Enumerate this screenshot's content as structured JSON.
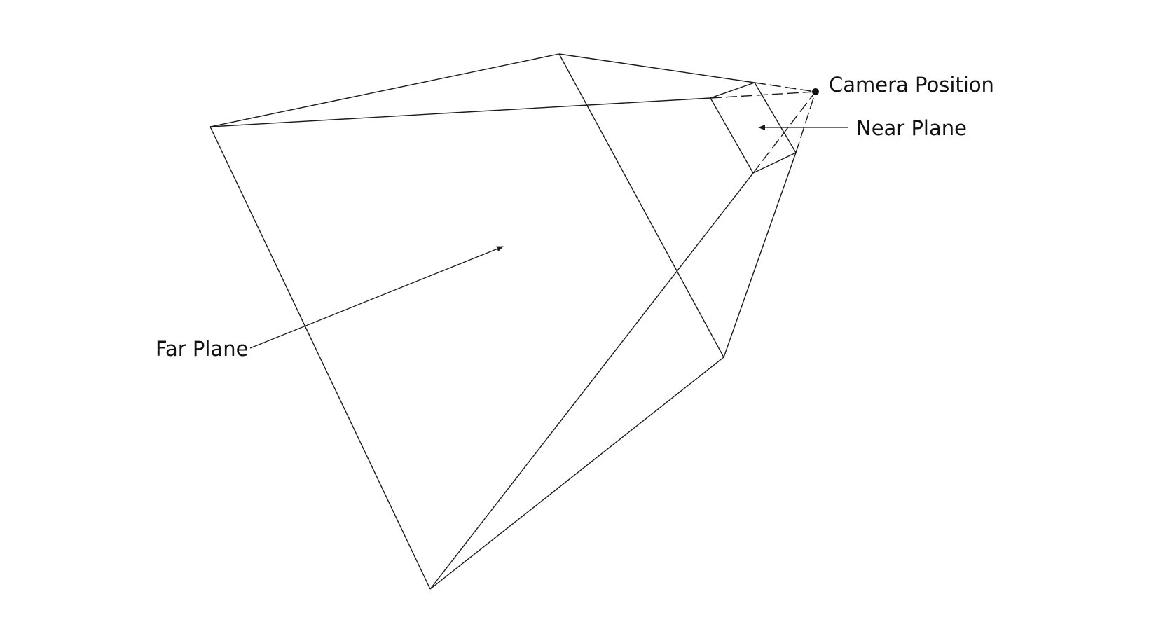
{
  "labels": {
    "camera_position": "Camera Position",
    "near_plane": "Near Plane",
    "far_plane": "Far Plane"
  },
  "colors": {
    "stroke": "#1a1a1a",
    "text": "#111111",
    "background": "#ffffff"
  }
}
